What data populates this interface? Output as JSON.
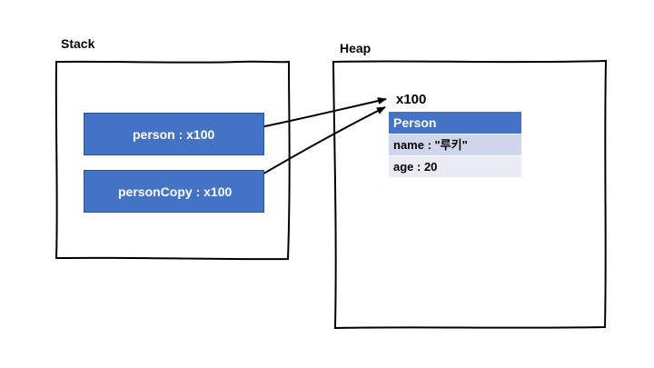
{
  "stack": {
    "title": "Stack",
    "variables": [
      {
        "label": "person : x100"
      },
      {
        "label": "personCopy : x100"
      }
    ]
  },
  "heap": {
    "title": "Heap",
    "address": "x100",
    "object": {
      "class_name": "Person",
      "fields": [
        {
          "label": "name : \"루키\""
        },
        {
          "label": "age : 20"
        }
      ]
    }
  },
  "colors": {
    "box_fill": "#4472c4",
    "table_row_1": "#cfd5ea",
    "table_row_2": "#e9ebf5"
  }
}
